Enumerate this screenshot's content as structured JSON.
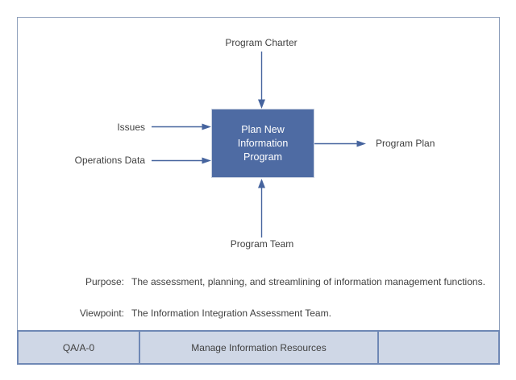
{
  "diagram": {
    "activity": {
      "title": "Plan New\nInformation\nProgram"
    },
    "labels": {
      "control": "Program Charter",
      "input_1": "Issues",
      "input_2": "Operations Data",
      "output": "Program Plan",
      "mechanism": "Program Team"
    },
    "purpose": {
      "label": "Purpose:",
      "text": "The assessment, planning, and streamlining of information management functions."
    },
    "viewpoint": {
      "label": "Viewpoint:",
      "text": "The Information Integration Assessment Team."
    },
    "title_block": {
      "node": "QA/A-0",
      "title": "Manage Information Resources",
      "number": ""
    }
  },
  "colors": {
    "box_fill": "#4e6ba3",
    "box_border": "#c9d1e0",
    "box_text": "#ffffff",
    "arrow": "#46649e",
    "frame_border": "#8fa0bc",
    "footer_fill": "#cfd7e6",
    "footer_border": "#6f88b5",
    "text": "#404040",
    "background": "#ffffff"
  }
}
